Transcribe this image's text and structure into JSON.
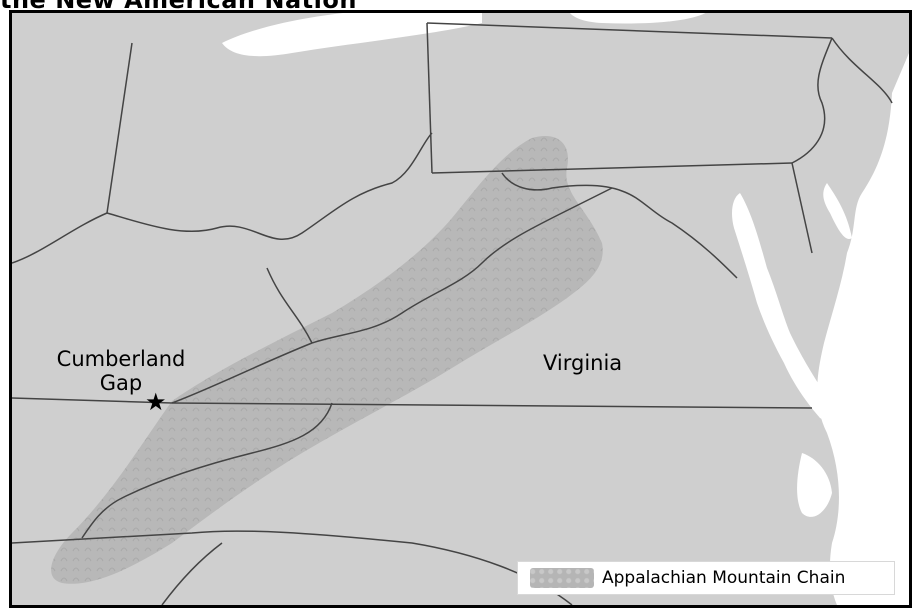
{
  "title_fragment": "the New American Nation",
  "labels": {
    "cumberland_gap": "Cumberland\nGap",
    "virginia": "Virginia"
  },
  "legend": {
    "entry": "Appalachian Mountain Chain"
  },
  "symbols": {
    "cumberland_gap_marker": "star"
  },
  "colors": {
    "land": "#cfcfcf",
    "water": "#ffffff",
    "mountains": "#b5b5b5",
    "borders": "#444444"
  }
}
